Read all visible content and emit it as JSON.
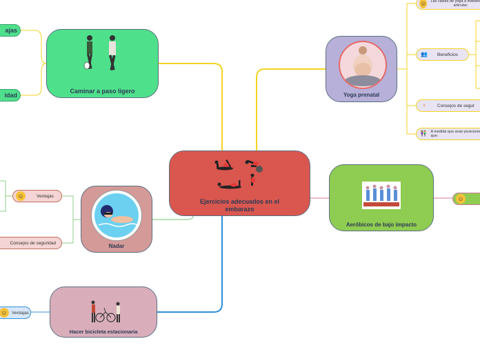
{
  "central": {
    "title": "Ejercicios adecuados en el embarazo"
  },
  "branches": {
    "caminar": {
      "title": "Caminar a paso ligero",
      "left_top": "ajas",
      "left_bottom": "idad"
    },
    "yoga": {
      "title": "Yoga prenatal"
    },
    "aerobicos": {
      "title": "Aeróbicos de bajo impacto"
    },
    "nadar": {
      "title": "Nadar"
    },
    "bicicleta": {
      "title": "Hacer bicicleta estacionaria"
    }
  },
  "yoga_items": {
    "clases": "Las clases de yoga a mantener sus articulac",
    "beneficios": "Beneficios",
    "consejos": "Consejos de segur",
    "medida": "A medida que avan posiciones que:"
  },
  "nadar_items": {
    "ventajas": "Ventajas",
    "consejos": "Consejos de seguridad"
  },
  "bici_items": {
    "ventajas": "Ventajas"
  },
  "colors": {
    "central": "#d9574f",
    "caminar": "#4fe08c",
    "yoga": "#b7b0d8",
    "aerobicos": "#8fcc52",
    "nadar": "#d49a98",
    "bicicleta": "#d9aeba",
    "line_yellow": "#f5d320",
    "line_blue": "#2f8fd8",
    "line_pink": "#d07a98",
    "line_green": "#8fcc88"
  }
}
